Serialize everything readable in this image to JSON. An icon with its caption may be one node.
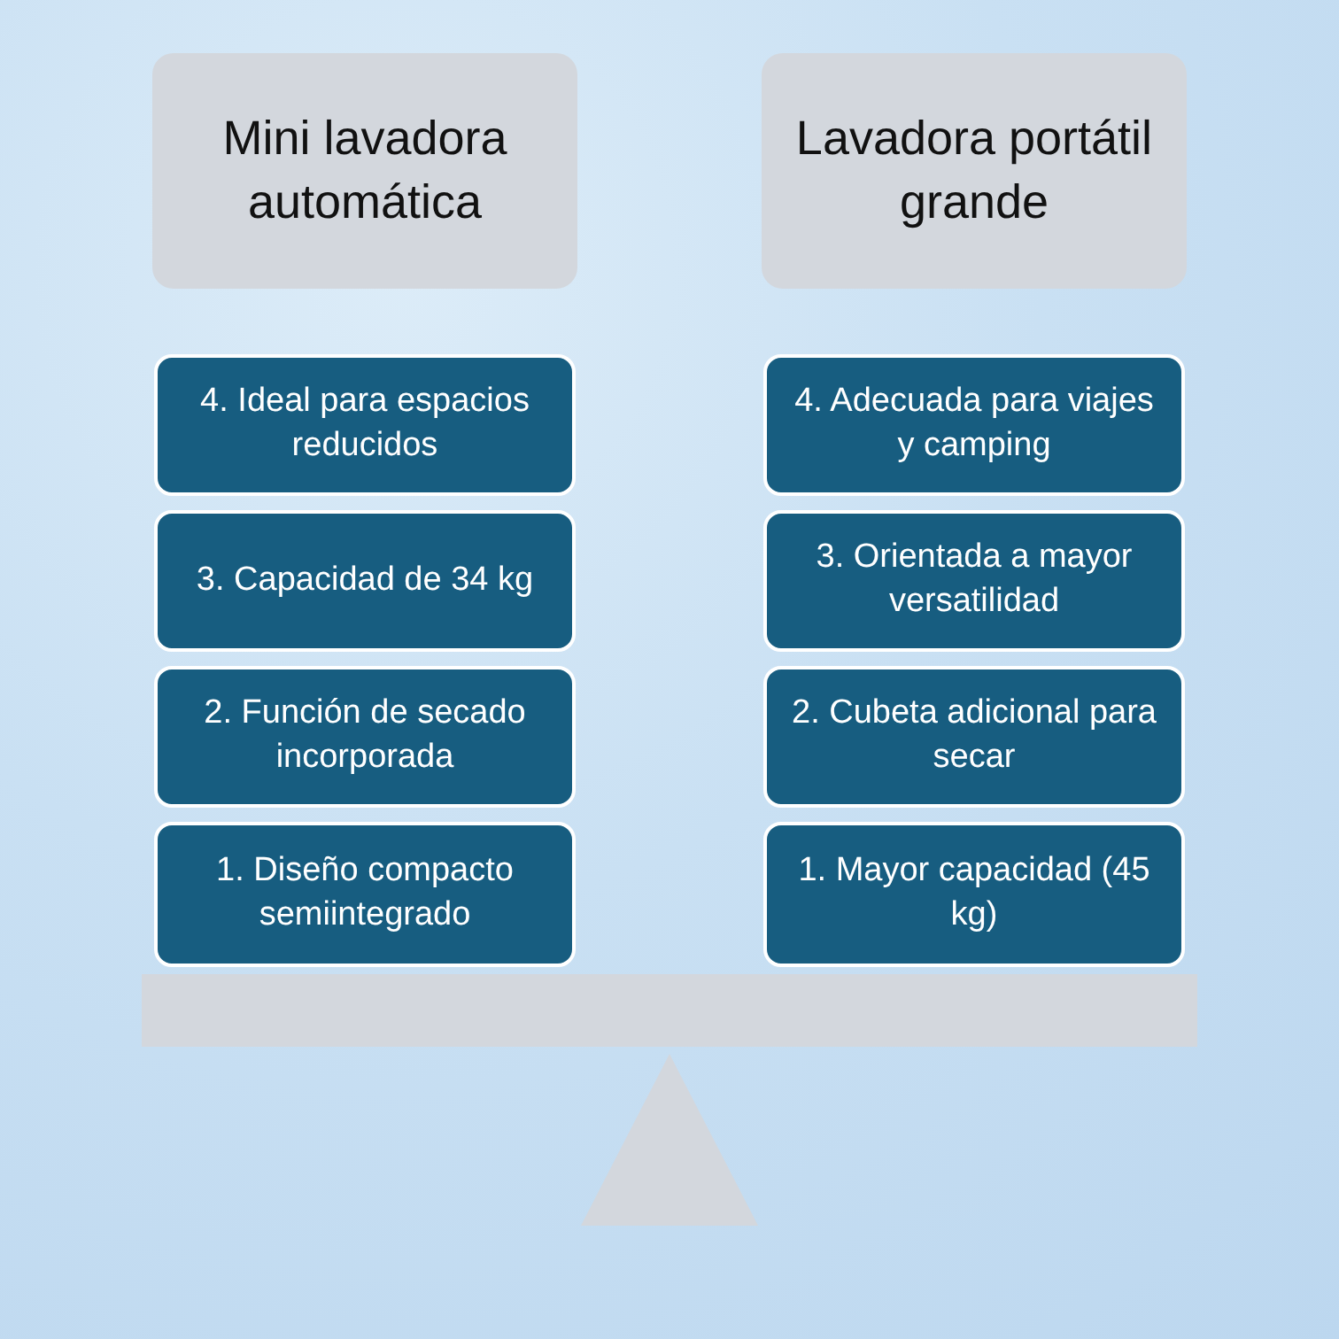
{
  "diagram": {
    "nodes": [
      {
        "text": [
          "Mini lavadora automática"
        ]
      },
      {
        "text": [
          "Lavadora portátil grande"
        ]
      },
      {
        "text": [
          "4. Ideal para espacios reducidos"
        ]
      },
      {
        "text": [
          "3. Capacidad de 34 kg"
        ]
      },
      {
        "text": [
          "2. Función de secado incorporada"
        ]
      },
      {
        "text": [
          "1. Diseño compacto semiintegrado"
        ]
      },
      {
        "text": [
          "4. Adecuada para viajes y camping"
        ]
      },
      {
        "text": [
          "3. Orientada a mayor versatilidad"
        ]
      },
      {
        "text": [
          "2. Cubeta adicional para secar"
        ]
      },
      {
        "text": [
          "1. Mayor capacidad (45 kg)"
        ]
      }
    ]
  }
}
